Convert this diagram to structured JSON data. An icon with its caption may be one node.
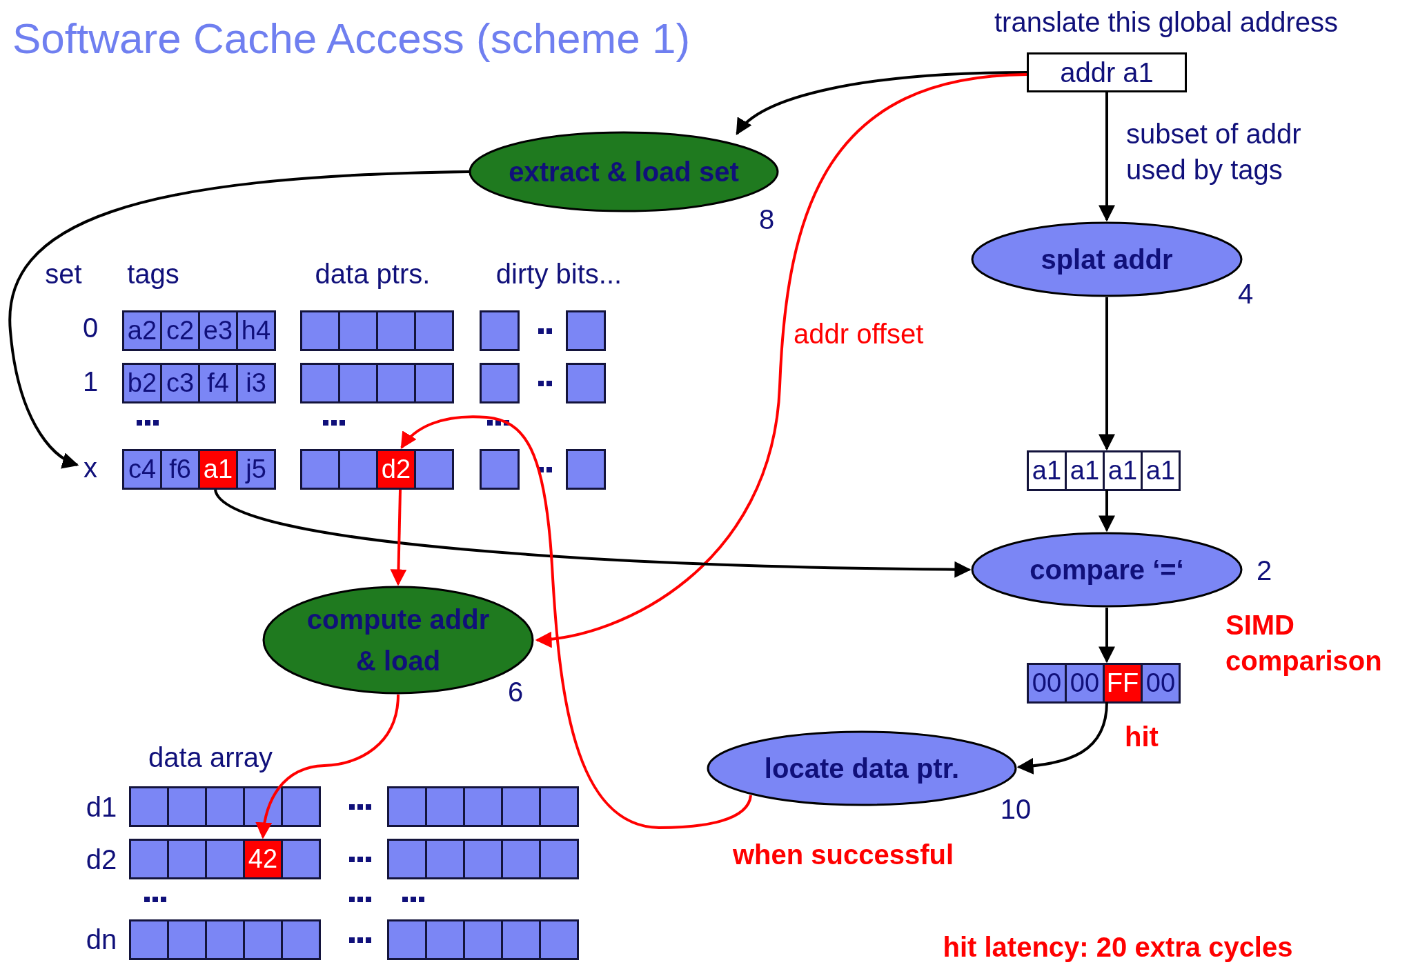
{
  "diagram": {
    "title": "Software Cache Access (scheme 1)",
    "nodes": [
      {
        "text": [
          "addr a1"
        ],
        "beside": [
          "translate this global address"
        ]
      },
      {
        "text": [
          "extract & load set"
        ],
        "beside": [
          "8"
        ]
      },
      {
        "text": [
          "splat addr"
        ],
        "beside": [
          "4"
        ]
      },
      {
        "text": [
          "x"
        ]
      },
      {
        "text": [
          "a1"
        ]
      },
      {
        "text": [
          "d2"
        ]
      },
      {
        "text": [
          "a1",
          "a1",
          "a1",
          "a1"
        ]
      },
      {
        "text": [
          "compare ‘=‘"
        ],
        "beside": [
          "2"
        ]
      },
      {
        "text": [
          "00",
          "00",
          "FF",
          "00"
        ]
      },
      {
        "text": [
          "compute addr & load"
        ],
        "beside": [
          "6"
        ]
      },
      {
        "text": [
          "locate data ptr."
        ],
        "beside": [
          "10"
        ]
      },
      {
        "text": [
          "42"
        ]
      }
    ],
    "edges": [
      {
        "from": 0,
        "to": 1,
        "arrow": "to"
      },
      {
        "from": 0,
        "to": 9,
        "arrow": "to",
        "label": "addr offset",
        "color": "#ff0000"
      },
      {
        "from": 0,
        "to": 2,
        "arrow": "to",
        "label": "subset of addr used by tags"
      },
      {
        "from": 1,
        "to": 3,
        "arrow": "to"
      },
      {
        "from": 2,
        "to": 6,
        "arrow": "to"
      },
      {
        "from": 6,
        "to": 7,
        "arrow": "to"
      },
      {
        "from": 4,
        "to": 7,
        "arrow": "to"
      },
      {
        "from": 7,
        "to": 8,
        "arrow": "to"
      },
      {
        "from": 8,
        "to": 10,
        "arrow": "to",
        "label": "hit"
      },
      {
        "from": 10,
        "to": 5,
        "arrow": "to",
        "label": "when successful",
        "color": "#ff0000"
      },
      {
        "from": 5,
        "to": 9,
        "arrow": "to",
        "color": "#ff0000"
      },
      {
        "from": 9,
        "to": 11,
        "arrow": "to",
        "color": "#ff0000"
      }
    ],
    "labels": [
      "set",
      "tags",
      "data ptrs.",
      "dirty bits...",
      "0",
      "a2",
      "c2",
      "e3",
      "h4",
      "1",
      "b2",
      "c3",
      "f4",
      "i3",
      "c4",
      "f6",
      "j5",
      "data array",
      "d1",
      "d2",
      "dn",
      "SIMD comparison",
      "hit latency: 20 extra cycles"
    ]
  }
}
